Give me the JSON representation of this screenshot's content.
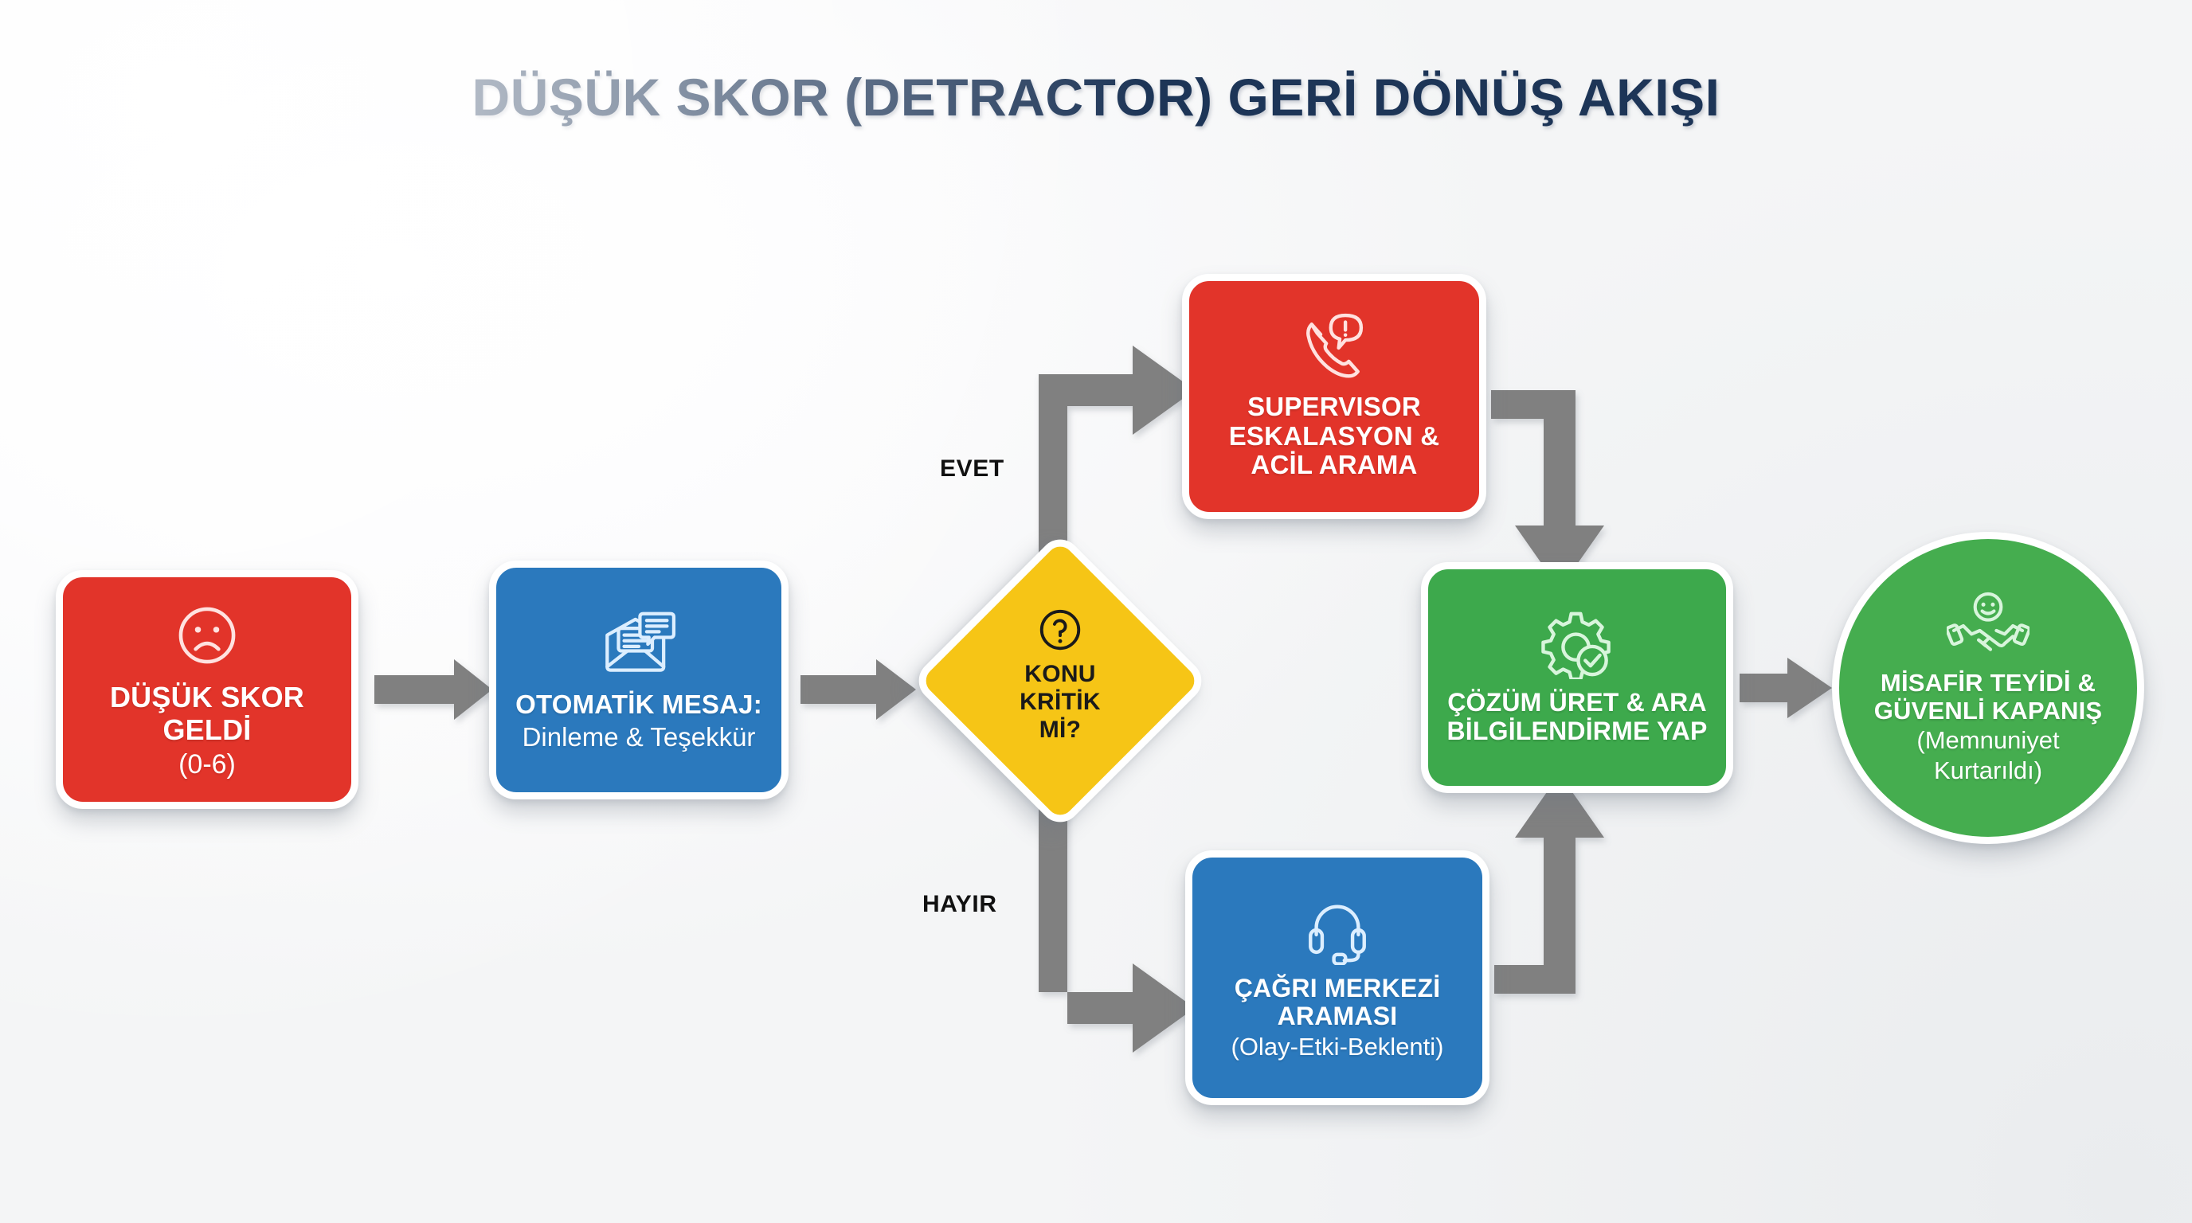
{
  "page": {
    "title": "DÜŞÜK SKOR (DETRACTOR) GERİ DÖNÜŞ AKIŞI"
  },
  "colors": {
    "background": "#f6f7f8",
    "title_navy": "#1d3557",
    "red": "#e2342a",
    "blue": "#2b79bd",
    "green": "#3da94c",
    "green_circle": "#45ad4f",
    "yellow": "#f6c516",
    "arrow_gray": "#808080",
    "node_outline": "#ffffff",
    "label_black": "#111111"
  },
  "nodes": {
    "low_score": {
      "icon": "sad-face-icon",
      "title_lines": [
        "DÜŞÜK SKOR",
        "GELDİ"
      ],
      "sub_lines": [
        "(0-6)"
      ],
      "color": "#e2342a",
      "shape": "rounded-rect"
    },
    "auto_message": {
      "icon": "envelope-chat-icon",
      "title_lines": [
        "OTOMATİK MESAJ:"
      ],
      "sub_lines": [
        "Dinleme & Teşekkür"
      ],
      "color": "#2b79bd",
      "shape": "rounded-rect"
    },
    "decision": {
      "icon": "question-mark-circle-icon",
      "title_lines": [
        "KONU",
        "KRİTİK",
        "Mİ?"
      ],
      "sub_lines": [],
      "color": "#f6c516",
      "shape": "diamond"
    },
    "supervisor": {
      "icon": "phone-alert-icon",
      "title_lines": [
        "SUPERVISOR",
        "ESKALASYON &",
        "ACİL ARAMA"
      ],
      "sub_lines": [],
      "color": "#e2342a",
      "shape": "rounded-rect"
    },
    "call_center": {
      "icon": "headset-icon",
      "title_lines": [
        "ÇAĞRI MERKEZİ",
        "ARAMASI"
      ],
      "sub_lines": [
        "(Olay-Etki-Beklenti)"
      ],
      "color": "#2b79bd",
      "shape": "rounded-rect"
    },
    "solution": {
      "icon": "gear-check-icon",
      "title_lines": [
        "ÇÖZÜM ÜRET & ARA",
        "BİLGİLENDİRME YAP"
      ],
      "sub_lines": [],
      "color": "#3da94c",
      "shape": "rounded-rect"
    },
    "confirmation": {
      "icon": "handshake-smiley-icon",
      "title_lines": [
        "MİSAFİR TEYİDİ &",
        "GÜVENLİ KAPANIŞ"
      ],
      "sub_lines": [
        "(Memnuniyet",
        "Kurtarıldı)"
      ],
      "color": "#45ad4f",
      "shape": "circle"
    }
  },
  "branch_labels": {
    "yes": "EVET",
    "no": "HAYIR"
  },
  "flow": {
    "edges": [
      {
        "from": "low_score",
        "to": "auto_message",
        "label": "",
        "style": "straight-right"
      },
      {
        "from": "auto_message",
        "to": "decision",
        "label": "",
        "style": "straight-right"
      },
      {
        "from": "decision",
        "to": "supervisor",
        "label": "EVET",
        "style": "elbow-up-right"
      },
      {
        "from": "decision",
        "to": "call_center",
        "label": "HAYIR",
        "style": "elbow-down-right"
      },
      {
        "from": "supervisor",
        "to": "solution",
        "label": "",
        "style": "elbow-right-down"
      },
      {
        "from": "call_center",
        "to": "solution",
        "label": "",
        "style": "elbow-right-up"
      },
      {
        "from": "solution",
        "to": "confirmation",
        "label": "",
        "style": "straight-right"
      }
    ]
  }
}
